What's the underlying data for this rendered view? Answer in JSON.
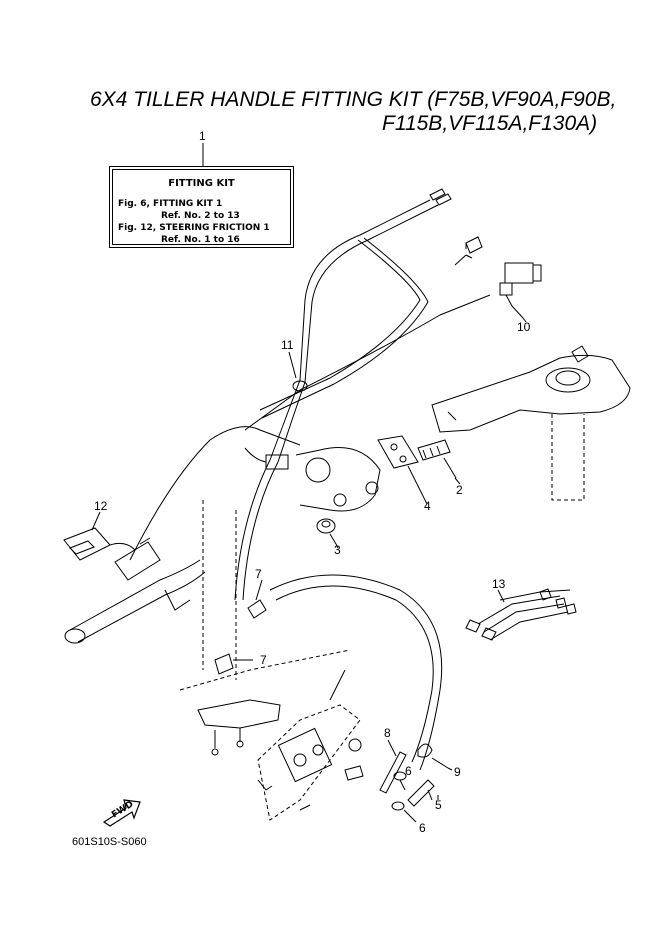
{
  "title": {
    "line1": "6X4 TILLER HANDLE FITTING KIT (F75B,VF90A,F90B,",
    "line2": "F115B,VF115A,F130A)"
  },
  "kit_box": {
    "heading": "FITTING KIT",
    "line1": "Fig. 6, FITTING KIT 1",
    "line2": "Ref. No. 2 to 13",
    "line3": "Fig. 12, STEERING FRICTION 1",
    "line4": "Ref. No. 1 to 16"
  },
  "callouts": {
    "c1": "1",
    "c2": "2",
    "c3": "3",
    "c4": "4",
    "c5": "5",
    "c6a": "6",
    "c6b": "6",
    "c7a": "7",
    "c7b": "7",
    "c8": "8",
    "c9": "9",
    "c10": "10",
    "c11": "11",
    "c12": "12",
    "c13": "13"
  },
  "fwd_label": "FWD",
  "diagram_code": "601S10S-S060"
}
